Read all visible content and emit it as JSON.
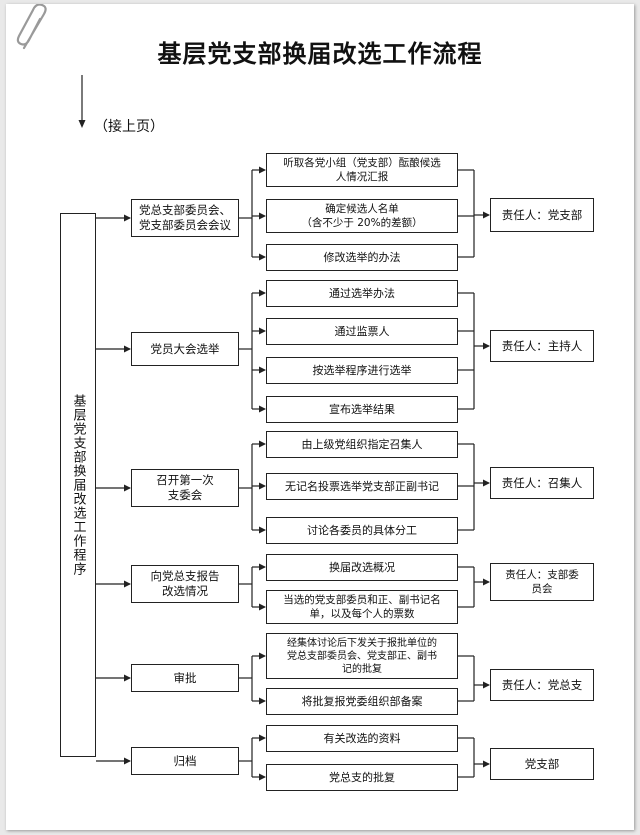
{
  "title": "基层党支部换届改选工作流程",
  "continued": "（接上页）",
  "side_label": "基层党支部换届改选工作程序",
  "stages": [
    {
      "label": "党总支部委员会、\n党支部委员会会议",
      "tasks": [
        "听取各党小组（党支部）酝酿候选\n人情况汇报",
        "确定候选人名单\n（含不少于 20%的差额）",
        "修改选举的办法"
      ],
      "responsible": "责任人：党支部"
    },
    {
      "label": "党员大会选举",
      "tasks": [
        "通过选举办法",
        "通过监票人",
        "按选举程序进行选举",
        "宣布选举结果"
      ],
      "responsible": "责任人：主持人"
    },
    {
      "label": "召开第一次\n支委会",
      "tasks": [
        "由上级党组织指定召集人",
        "无记名投票选举党支部正副书记",
        "讨论各委员的具体分工"
      ],
      "responsible": "责任人：召集人"
    },
    {
      "label": "向党总支报告\n改选情况",
      "tasks": [
        "换届改选概况",
        "当选的党支部委员和正、副书记名\n单，以及每个人的票数"
      ],
      "responsible": "责任人：支部委\n员会"
    },
    {
      "label": "审批",
      "tasks": [
        "经集体讨论后下发关于报批单位的\n党总支部委员会、党支部正、副书\n记的批复",
        "将批复报党委组织部备案"
      ],
      "responsible": "责任人：党总支"
    },
    {
      "label": "归档",
      "tasks": [
        "有关改选的资料",
        "党总支的批复"
      ],
      "responsible": "党支部"
    }
  ]
}
